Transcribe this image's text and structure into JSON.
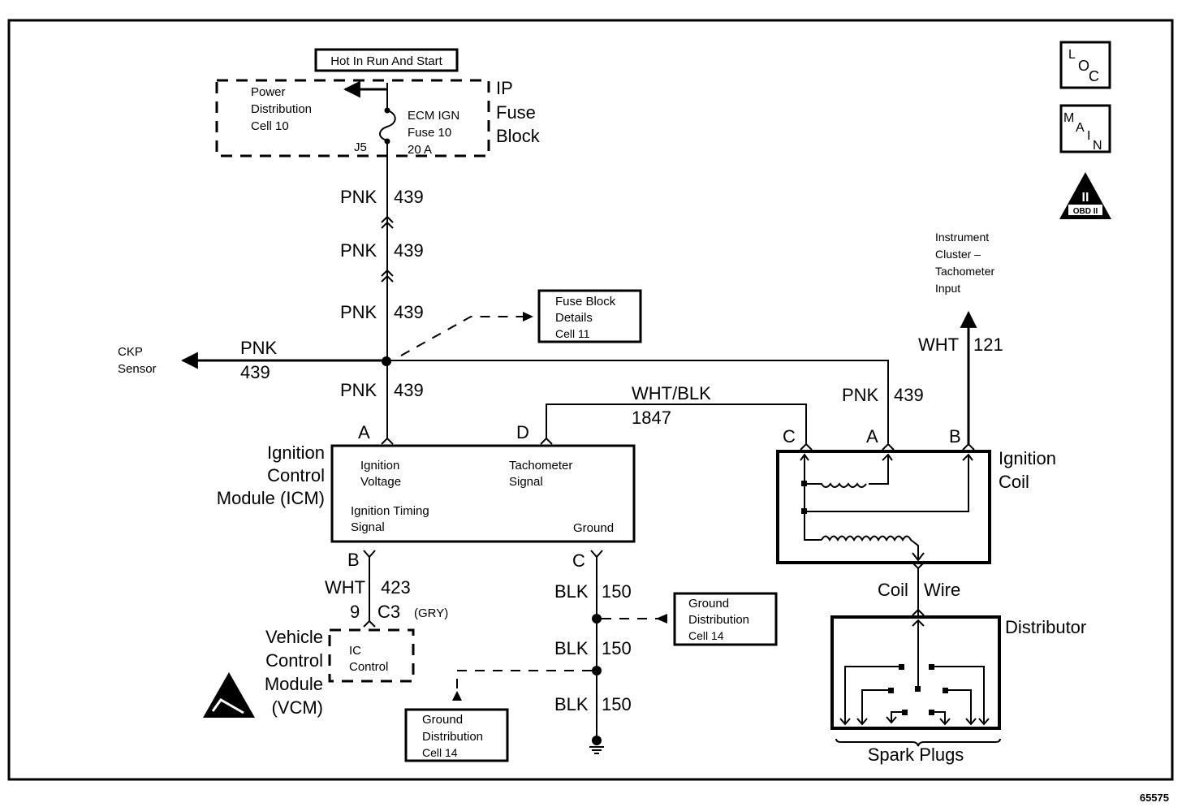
{
  "figure_id": "65575",
  "icons": {
    "loc": {
      "letters": [
        "L",
        "O",
        "C"
      ]
    },
    "main": {
      "letters": [
        "M",
        "A",
        "I",
        "N"
      ]
    },
    "obd": {
      "numeral": "II",
      "label": "OBD II"
    }
  },
  "top_label": "Hot In Run And Start",
  "fuse_block": {
    "name_lines": [
      "IP",
      "Fuse",
      "Block"
    ],
    "power_dist_lines": [
      "Power",
      "Distribution",
      "Cell 10"
    ],
    "fuse_lines": [
      "ECM IGN",
      "Fuse 10",
      "20 A"
    ],
    "connector": "J5"
  },
  "wires": {
    "pnk_color": "PNK",
    "pnk_circuit": "439",
    "wht_blk_color": "WHT/BLK",
    "wht_blk_circuit": "1847",
    "wht_121_color": "WHT",
    "wht_121_circuit": "121",
    "wht_423_color": "WHT",
    "wht_423_circuit": "423",
    "blk_color": "BLK",
    "blk_circuit": "150",
    "coil_wire_a": "Coil",
    "coil_wire_b": "Wire"
  },
  "ckp": {
    "lines": [
      "CKP",
      "Sensor"
    ]
  },
  "fuse_block_details": {
    "lines": [
      "Fuse Block",
      "Details",
      "Cell 11"
    ]
  },
  "icm": {
    "name_lines": [
      "Ignition",
      "Control",
      "Module (ICM)"
    ],
    "pin_a": "A",
    "pin_d": "D",
    "pin_b": "B",
    "pin_c": "C",
    "ign_voltage_lines": [
      "Ignition",
      "Voltage"
    ],
    "tach_signal_lines": [
      "Tachometer",
      "Signal"
    ],
    "timing_lines": [
      "Ignition Timing",
      "Signal"
    ],
    "ground": "Ground"
  },
  "vcm": {
    "name_lines": [
      "Vehicle",
      "Control",
      "Module",
      "(VCM)"
    ],
    "ic_lines": [
      "IC",
      "Control"
    ],
    "pin": "9",
    "connector": "C3",
    "connector_color": "(GRY)"
  },
  "ground_dist_right": {
    "lines": [
      "Ground",
      "Distribution",
      "Cell 14"
    ]
  },
  "ground_dist_left": {
    "lines": [
      "Ground",
      "Distribution",
      "Cell 14"
    ]
  },
  "instrument_cluster": {
    "lines": [
      "Instrument",
      "Cluster –",
      "Tachometer",
      "Input"
    ]
  },
  "ignition_coil": {
    "name_lines": [
      "Ignition",
      "Coil"
    ],
    "pin_c": "C",
    "pin_a": "A",
    "pin_b": "B"
  },
  "distributor": {
    "name": "Distributor",
    "spark_plugs": "Spark Plugs"
  }
}
